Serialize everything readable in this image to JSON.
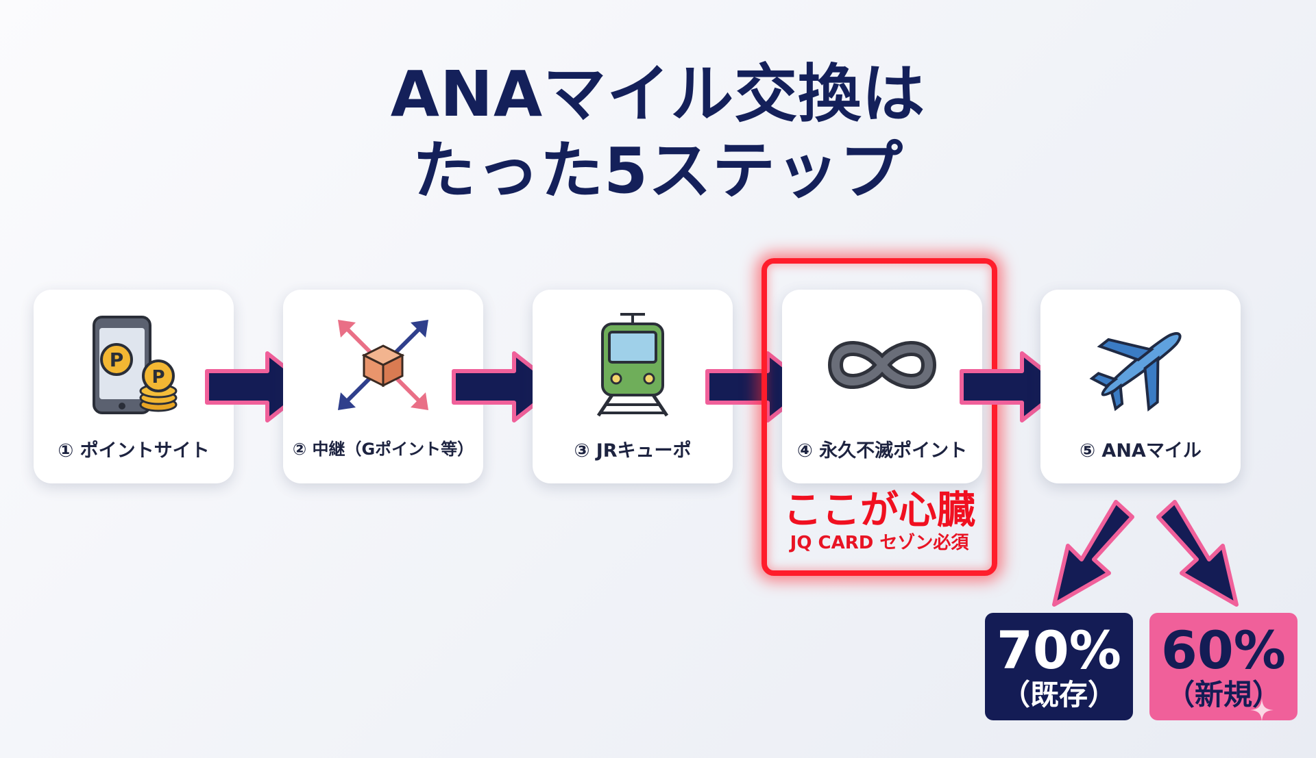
{
  "title": {
    "line1": "ANAマイル交換は",
    "line2": "たった5ステップ"
  },
  "steps": [
    {
      "label": "① ポイントサイト",
      "icon": "smartphone-points-icon"
    },
    {
      "label": "② 中継（Gポイント等）",
      "icon": "relay-box-arrows-icon"
    },
    {
      "label": "③ JRキューポ",
      "icon": "train-icon"
    },
    {
      "label": "④ 永久不滅ポイント",
      "icon": "infinity-icon"
    },
    {
      "label": "⑤ ANAマイル",
      "icon": "airplane-icon"
    }
  ],
  "highlight": {
    "heading": "ここが心臓",
    "note": "JQ CARD セゾン必須"
  },
  "rates": [
    {
      "percent": "70%",
      "label": "（既存）"
    },
    {
      "percent": "60%",
      "label": "（新規）"
    }
  ],
  "colors": {
    "navy": "#141c55",
    "pink": "#f0609a",
    "red": "#ff1d2b"
  }
}
